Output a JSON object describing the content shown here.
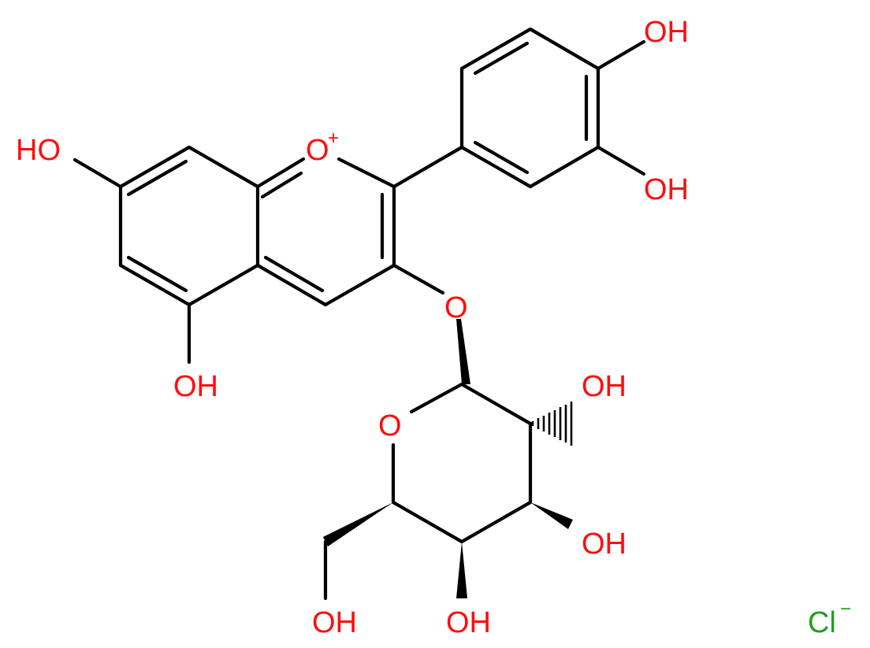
{
  "colors": {
    "bond": "#000000",
    "oxygen": "#ff0d0d",
    "chlorine": "#1fa01f"
  },
  "atoms": {
    "oh_4prime": "OH",
    "oh_3prime": "OH",
    "oh_7": "HO",
    "o_ring": "O",
    "o_ring_charge": "+",
    "o_glyco": "O",
    "oh_5": "OH",
    "oh_2sugar": "OH",
    "o_sugar_ring": "O",
    "oh_4sugar": "OH",
    "oh_3sugar": "OH",
    "oh_6sugar": "OH",
    "chloride": "Cl",
    "chloride_charge": "−"
  }
}
